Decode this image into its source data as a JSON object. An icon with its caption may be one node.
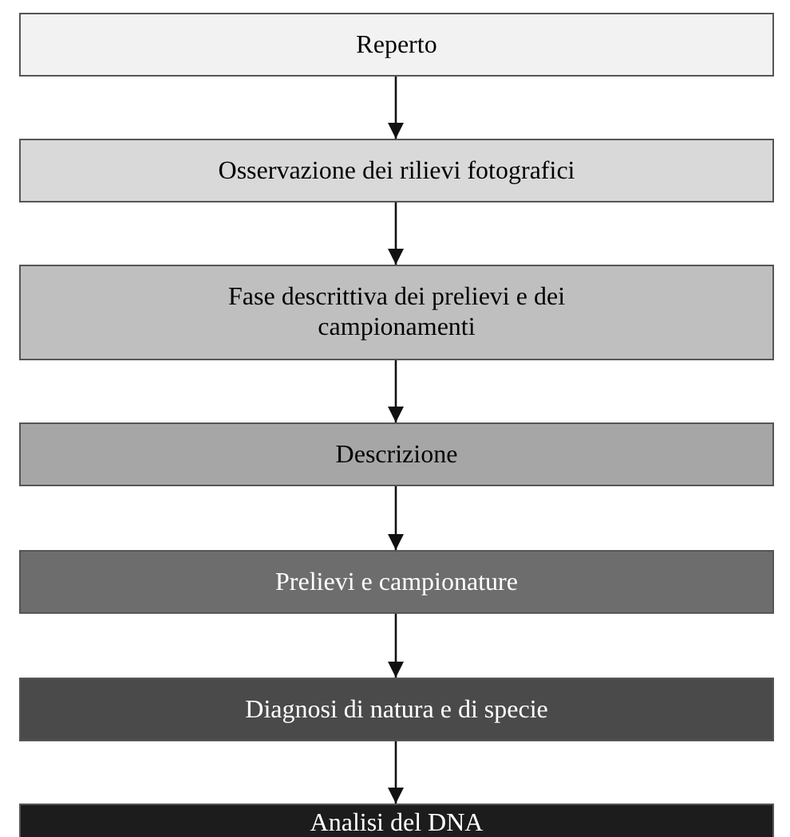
{
  "diagram": {
    "nodes": [
      {
        "text": [
          "Reperto"
        ]
      },
      {
        "text": [
          "Osservazione dei rilievi fotografici"
        ]
      },
      {
        "text": [
          "Fase descrittiva dei prelievi e dei campionamenti"
        ]
      },
      {
        "text": [
          "Descrizione"
        ]
      },
      {
        "text": [
          "Prelievi e campionature"
        ]
      },
      {
        "text": [
          "Diagnosi di natura e di specie"
        ]
      },
      {
        "text": [
          "Analisi del DNA"
        ]
      }
    ],
    "edges": [
      {
        "from": 0,
        "to": 1,
        "arrow": "to"
      },
      {
        "from": 1,
        "to": 2,
        "arrow": "to"
      },
      {
        "from": 2,
        "to": 3,
        "arrow": "to"
      },
      {
        "from": 3,
        "to": 4,
        "arrow": "to"
      },
      {
        "from": 4,
        "to": 5,
        "arrow": "to"
      },
      {
        "from": 5,
        "to": 6,
        "arrow": "to"
      }
    ]
  }
}
